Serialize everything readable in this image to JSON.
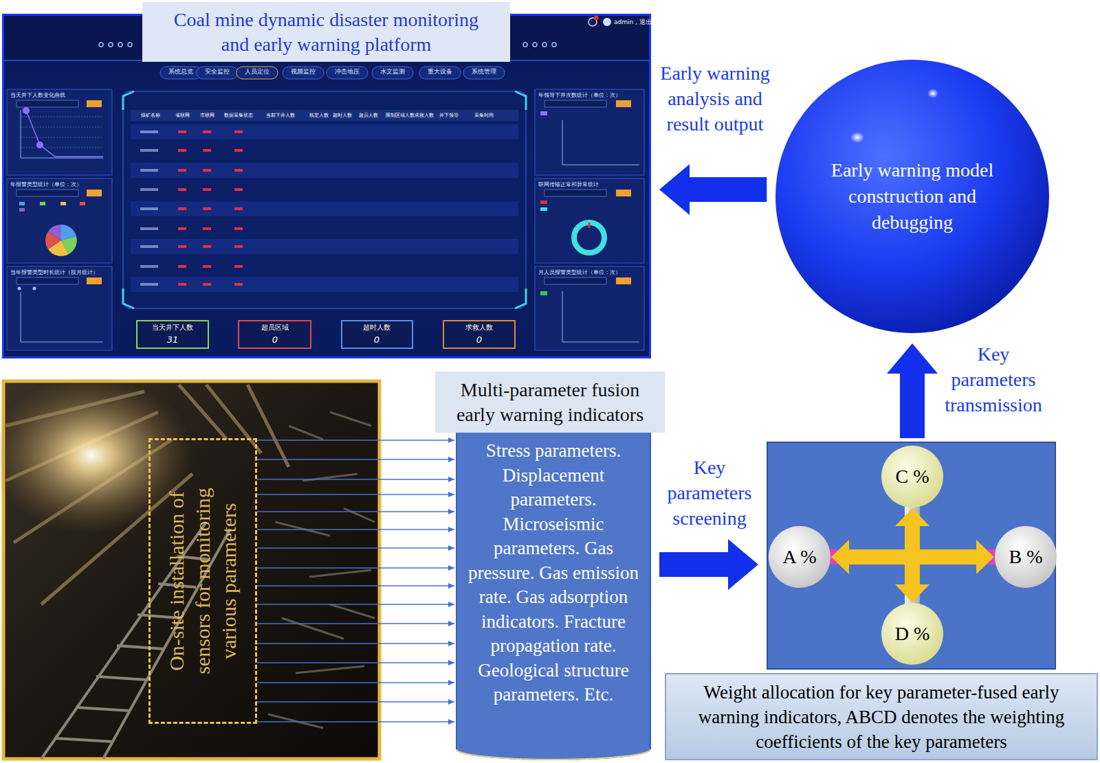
{
  "diagram": {
    "nodes": [
      {
        "text": [
          "Coal mine dynamic disaster monitoring and early warning platform"
        ]
      },
      {
        "text": [
          "Early warning model construction and debugging"
        ]
      },
      {
        "text": [
          "On-site installation of sensors for monitoring various parameters"
        ]
      },
      {
        "text": [
          "Multi-parameter fusion early warning indicators",
          "Stress parameters. Displacement parameters. Microseismic parameters. Gas pressure. Gas emission rate. Gas adsorption indicators. Fracture propagation rate. Geological structure parameters. Etc."
        ]
      },
      {
        "text": [
          "Weight allocation for key parameter-fused early warning indicators, ABCD denotes the weighting coefficients of the key parameters"
        ]
      },
      {
        "text": [
          "C %"
        ],
        "in": 4
      },
      {
        "text": [
          "A %"
        ],
        "in": 4
      },
      {
        "text": [
          "B %"
        ],
        "in": 4
      },
      {
        "text": [
          "D %"
        ],
        "in": 4
      }
    ],
    "edges": [
      {
        "from": 2,
        "to": 3,
        "arrow": "to"
      },
      {
        "from": 2,
        "to": 3,
        "arrow": "to"
      },
      {
        "from": 2,
        "to": 3,
        "arrow": "to"
      },
      {
        "from": 2,
        "to": 3,
        "arrow": "to"
      },
      {
        "from": 2,
        "to": 3,
        "arrow": "to"
      },
      {
        "from": 2,
        "to": 3,
        "arrow": "to"
      },
      {
        "from": 2,
        "to": 3,
        "arrow": "to"
      },
      {
        "from": 2,
        "to": 3,
        "arrow": "to"
      },
      {
        "from": 2,
        "to": 3,
        "arrow": "to"
      },
      {
        "from": 2,
        "to": 3,
        "arrow": "to"
      },
      {
        "from": 2,
        "to": 3,
        "arrow": "to"
      },
      {
        "from": 2,
        "to": 3,
        "arrow": "to"
      },
      {
        "from": 2,
        "to": 3,
        "arrow": "to"
      },
      {
        "from": 2,
        "to": 3,
        "arrow": "to"
      },
      {
        "from": 2,
        "to": 3,
        "arrow": "to"
      },
      {
        "from": 2,
        "to": 3,
        "arrow": "to"
      },
      {
        "from": 3,
        "to": 4,
        "label": "Key parameters screening",
        "arrow": "to"
      },
      {
        "from": 4,
        "to": 1,
        "label": "Key parameters transmission",
        "arrow": "to"
      },
      {
        "from": 1,
        "to": 0,
        "label": "Early warning analysis and result output",
        "arrow": "to"
      },
      {
        "from": 6,
        "to": 7,
        "arrow": "both"
      },
      {
        "from": 5,
        "to": 8,
        "arrow": "both"
      }
    ],
    "labels": [
      "系统总览",
      "安全监控",
      "人员定位",
      "视频监控",
      "冲击地压",
      "水文监测",
      "重大设备",
      "系统管理",
      "admin , 退出",
      "当天井下人数变化曲线",
      "年报警类型统计（单位：次）",
      "当年报警类型时长统计（按月统计）",
      "年领导下井次数统计（单位：次）",
      "联网传输正常和异常统计",
      "月人员报警类型统计（单位：次）",
      "煤矿名称",
      "省联网",
      "市联网",
      "数据采集状态",
      "当前下井人数",
      "核定人数",
      "超时人数",
      "超员人数",
      "限制区域人数",
      "求救人数",
      "井下领导",
      "采集时间",
      "当天井下人数",
      "31",
      "超员区域",
      "0",
      "超时人数",
      "0",
      "求救人数",
      "0"
    ]
  }
}
